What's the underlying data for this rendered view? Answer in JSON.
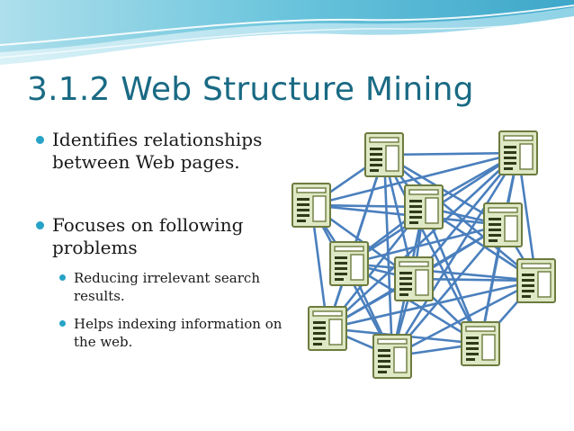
{
  "slide": {
    "title": "3.1.2 Web Structure Mining",
    "bullets": [
      {
        "text": "Identifies relationships between Web pages."
      },
      {
        "text": "Focuses on following problems"
      }
    ],
    "sub_bullets": [
      {
        "text": "Reducing irrelevant search results."
      },
      {
        "text": "Helps indexing information on the web."
      }
    ]
  },
  "diagram": {
    "icon": "web-page-icon",
    "link_color": "#4a7fbd",
    "page_color": "#dfe8c4",
    "page_border_color": "#6d7b3f",
    "pages": 11
  },
  "theme": {
    "title_color": "#1a6a84",
    "bullet_color": "#27a3c7",
    "header_wave_color": "#4fb8d4"
  }
}
